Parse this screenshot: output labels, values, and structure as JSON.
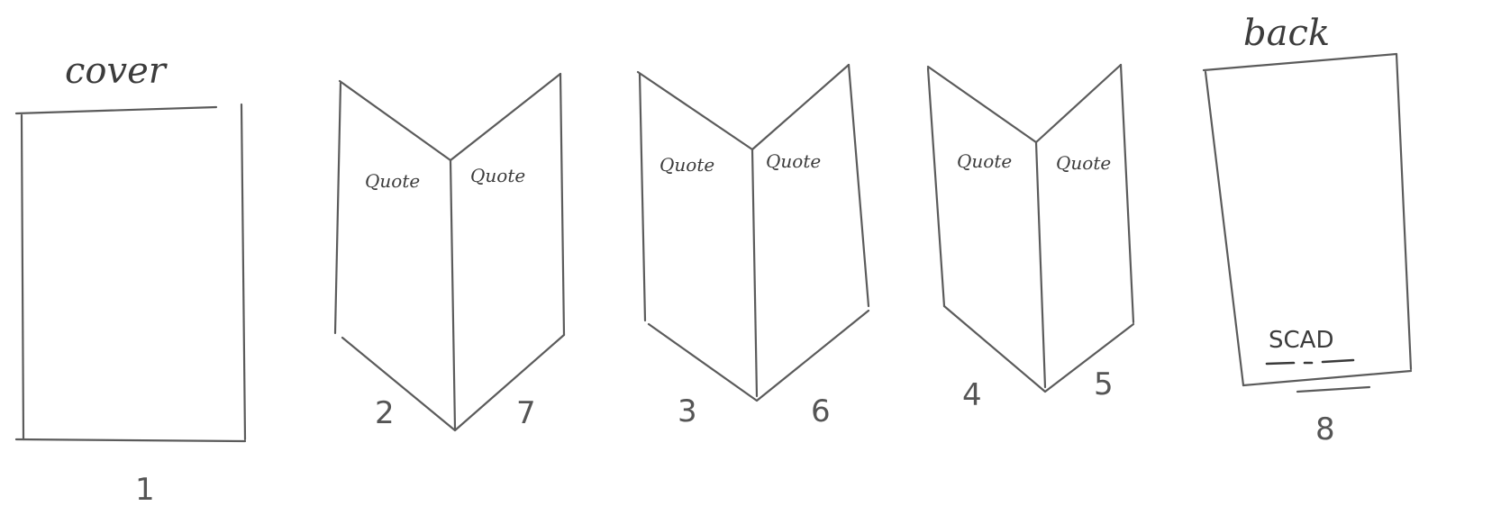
{
  "labels": {
    "cover": "cover",
    "back": "back",
    "scad": "SCAD"
  },
  "spreads": [
    {
      "left_quote": "Quote",
      "right_quote": "Quote",
      "left_num": "2",
      "right_num": "7"
    },
    {
      "left_quote": "Quote",
      "right_quote": "Quote",
      "left_num": "3",
      "right_num": "6"
    },
    {
      "left_quote": "Quote",
      "right_quote": "Quote",
      "left_num": "4",
      "right_num": "5"
    }
  ],
  "page_numbers": {
    "cover": "1",
    "back": "8"
  }
}
